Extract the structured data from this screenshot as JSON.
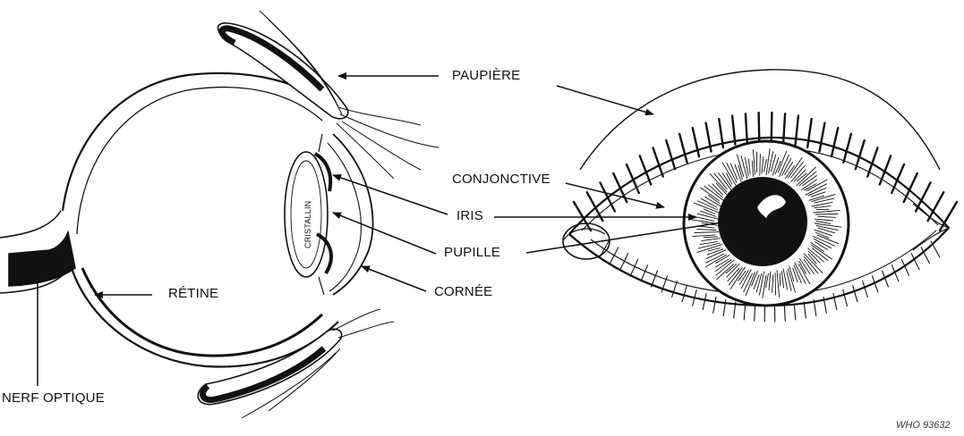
{
  "labels": {
    "paupiere": "PAUPIÈRE",
    "conjonctive": "CONJONCTIVE",
    "iris": "IRIS",
    "pupille": "PUPILLE",
    "retine": "RÉTINE",
    "cornee": "CORNÉE",
    "nerf_optique": "NERF OPTIQUE",
    "cristallin": "CRISTALLIN"
  },
  "credit": "WHO 93632"
}
